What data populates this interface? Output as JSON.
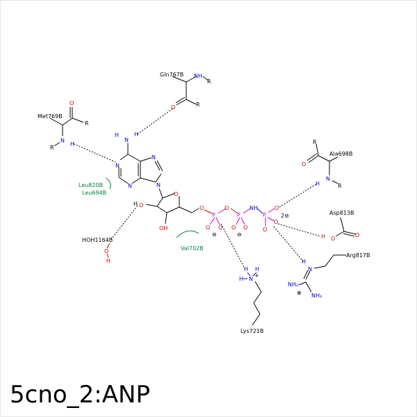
{
  "title": "5cno_2:ANP",
  "residues": {
    "gln767": "Gln767B",
    "met769": "Met769B",
    "ala698": "Ala698B",
    "asp813": "Asp813B",
    "arg817": "Arg817B",
    "lys721": "Lys721B",
    "hoh1164": "HOH1164B",
    "leu820": "Leu820B",
    "leu694": "Leu694B",
    "val702": "Val702B"
  },
  "atoms": {
    "N": "N",
    "H": "H",
    "O": "O",
    "R": "R",
    "P": "P",
    "OH": "OH",
    "NH": "NH",
    "NH2": "NH₂",
    "charge_neg": "⊖",
    "charge_pos": "⊕",
    "plus": "+",
    "two_neg": "2⊖"
  },
  "colors": {
    "carbon": "#000000",
    "oxygen": "#cc0000",
    "nitrogen": "#0000cc",
    "phosphorus": "#cc00cc",
    "hydrophobic": "#008040"
  }
}
